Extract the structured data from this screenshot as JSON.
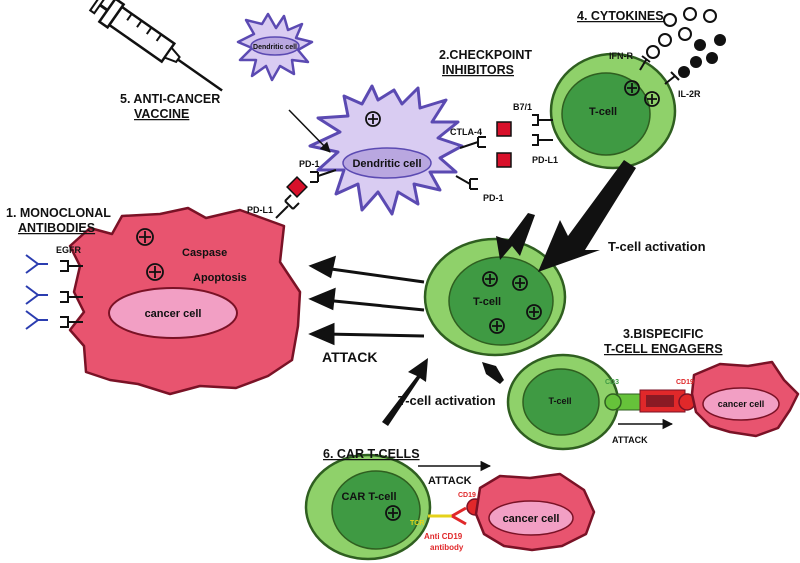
{
  "headings": {
    "monoclonal_line1": "1. MONOCLONAL",
    "monoclonal_line2": "ANTIBODIES",
    "checkpoint_line1": "2.CHECKPOINT",
    "checkpoint_line2": "INHIBITORS",
    "bispecific_line1": "3.BISPECIFIC",
    "bispecific_line2": "T-CELL ENGAGERS",
    "cytokines": "4. CYTOKINES",
    "vaccine_line1": "5. ANTI-CANCER",
    "vaccine_line2": "VACCINE",
    "car_t": "6. CAR T-CELLS"
  },
  "labels": {
    "egfr": "EGFR",
    "caspase": "Caspase",
    "apoptosis": "Apoptosis",
    "cancer_cell": "cancer cell",
    "pd_l1": "PD-L1",
    "pd_1": "PD-1",
    "dendritic_cell_small": "Dendritic cell",
    "dendritic_cell": "Dendritic cell",
    "ctla_4": "CTLA-4",
    "b7_1": "B7/1",
    "pd_1_right": "PD-1",
    "pd_l1_small": "PD-L1",
    "ifn_r": "IFN-R",
    "il_2r": "IL-2R",
    "t_cell": "T-cell",
    "t_cell_activation": "T-cell activation",
    "t_cell_activation_2": "T-cell activation",
    "attack": "ATTACK",
    "cd3": "CD3",
    "cd19": "CD19",
    "attack_small": "ATTACK",
    "car_t_cell": "CAR T-cell",
    "attack_car": "ATTACK",
    "tcr": "TCR",
    "anti_cd19_line1": "Anti CD19",
    "anti_cd19_line2": "antibody"
  },
  "colors": {
    "cancer_fill": "#e8546f",
    "cancer_nucleus": "#f29fc4",
    "tcell_outer": "#8fd16a",
    "tcell_inner": "#3f9a43",
    "dendritic_fill": "#d9ccf2",
    "dendritic_edge": "#5b4ab2",
    "checkpoint_red": "#d8102a",
    "cd19_red": "#e0282a",
    "cd3_green": "#66c23a"
  }
}
